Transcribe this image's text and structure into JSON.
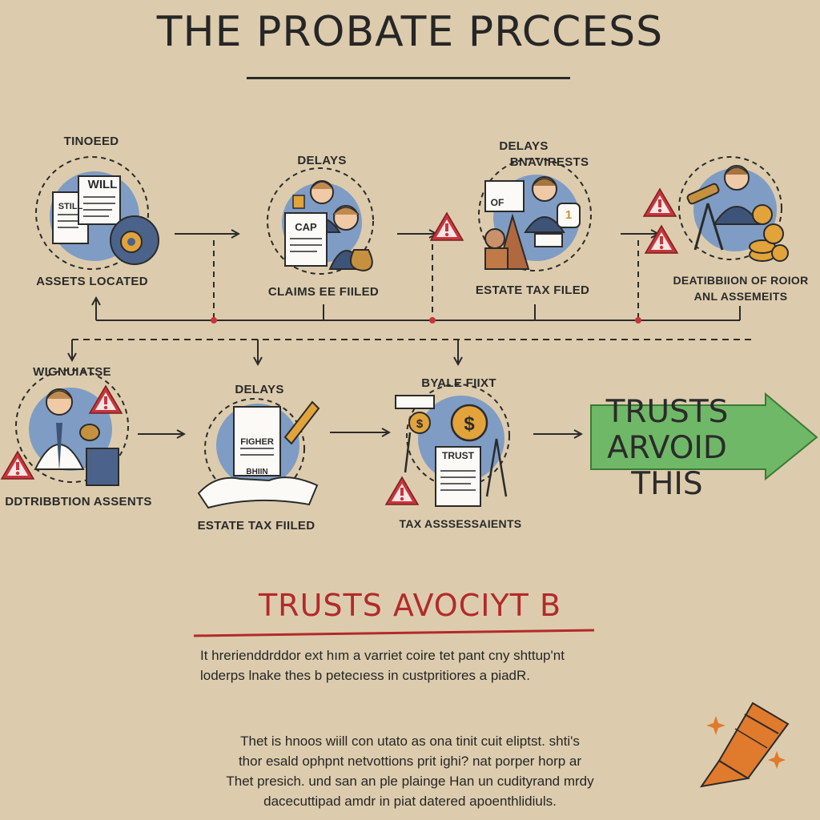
{
  "title": "THE PROBATE PRCCESS",
  "row1": [
    {
      "top": "TINOEED",
      "bottom": "ASSETS LOCATED",
      "doc_text": "WILL",
      "doc_small": "STILL"
    },
    {
      "top": "DELAYS",
      "bottom": "CLAIMS EE FIILED",
      "doc_text": "CAP"
    },
    {
      "top": "DELAYS",
      "top2": "BNAVIRESTS",
      "bottom": "ESTATE TAX FILED",
      "doc_text": "OF",
      "badge": "1"
    },
    {
      "bottom": "DEATIBBIION OF ROIOR",
      "bottom2": "ANL ASSEMEITS"
    }
  ],
  "row2": [
    {
      "top": "WIGNUIATSE",
      "bottom": "DDTRIBBTION ASSENTS"
    },
    {
      "top": "DELAYS",
      "bottom": "ESTATE TAX FIILED",
      "doc_text": "FIGHER",
      "doc_small": "BHIIN"
    },
    {
      "top": "BYALE FIIXT",
      "bottom": "TAX ASSSESSAIENTS",
      "doc_text": "TRUST"
    }
  ],
  "cta": {
    "line1": "TRUSTS",
    "line2": "ARVOID",
    "line3": "THIS",
    "color": "#6fb867"
  },
  "section": {
    "heading": "TRUSTS AVOCIYT B",
    "para1_line1": "It hrerienddrddor ext hım a varriet coire tet pant cny shttup'nt",
    "para1_line2": "loderps lnake thes b petecıess in custpritiores a piadR.",
    "para2_line1": "Thet is hnoos wiill con utato as ona tinit cuit eliptst. shti's",
    "para2_line2": "thor esald ophpnt netvottions prit ighi? nat porper horp ar",
    "para2_line3": "Thet presich. und san an ple plainge Han un cudityrand mrdy",
    "para2_line4": "dacecuttipad amdr in piat datered apoenthlidiuls."
  },
  "colors": {
    "background": "#dcccad",
    "warning": "#c8353a",
    "accent_blue": "#7f9cc4",
    "cta_green": "#6fb867",
    "heading_red": "#b32a2a",
    "crayon": "#e07a2c"
  },
  "icons": [
    "will-document-icon",
    "gear-icon",
    "lawyer-person-icon",
    "money-bag-icon",
    "building-icon",
    "warning-icon",
    "telescope-icon",
    "coin-stack-icon",
    "briefcase-icon",
    "pen-icon",
    "signing-hands-icon",
    "dollar-coin-icon",
    "crayon-icon",
    "sparkle-icon"
  ]
}
